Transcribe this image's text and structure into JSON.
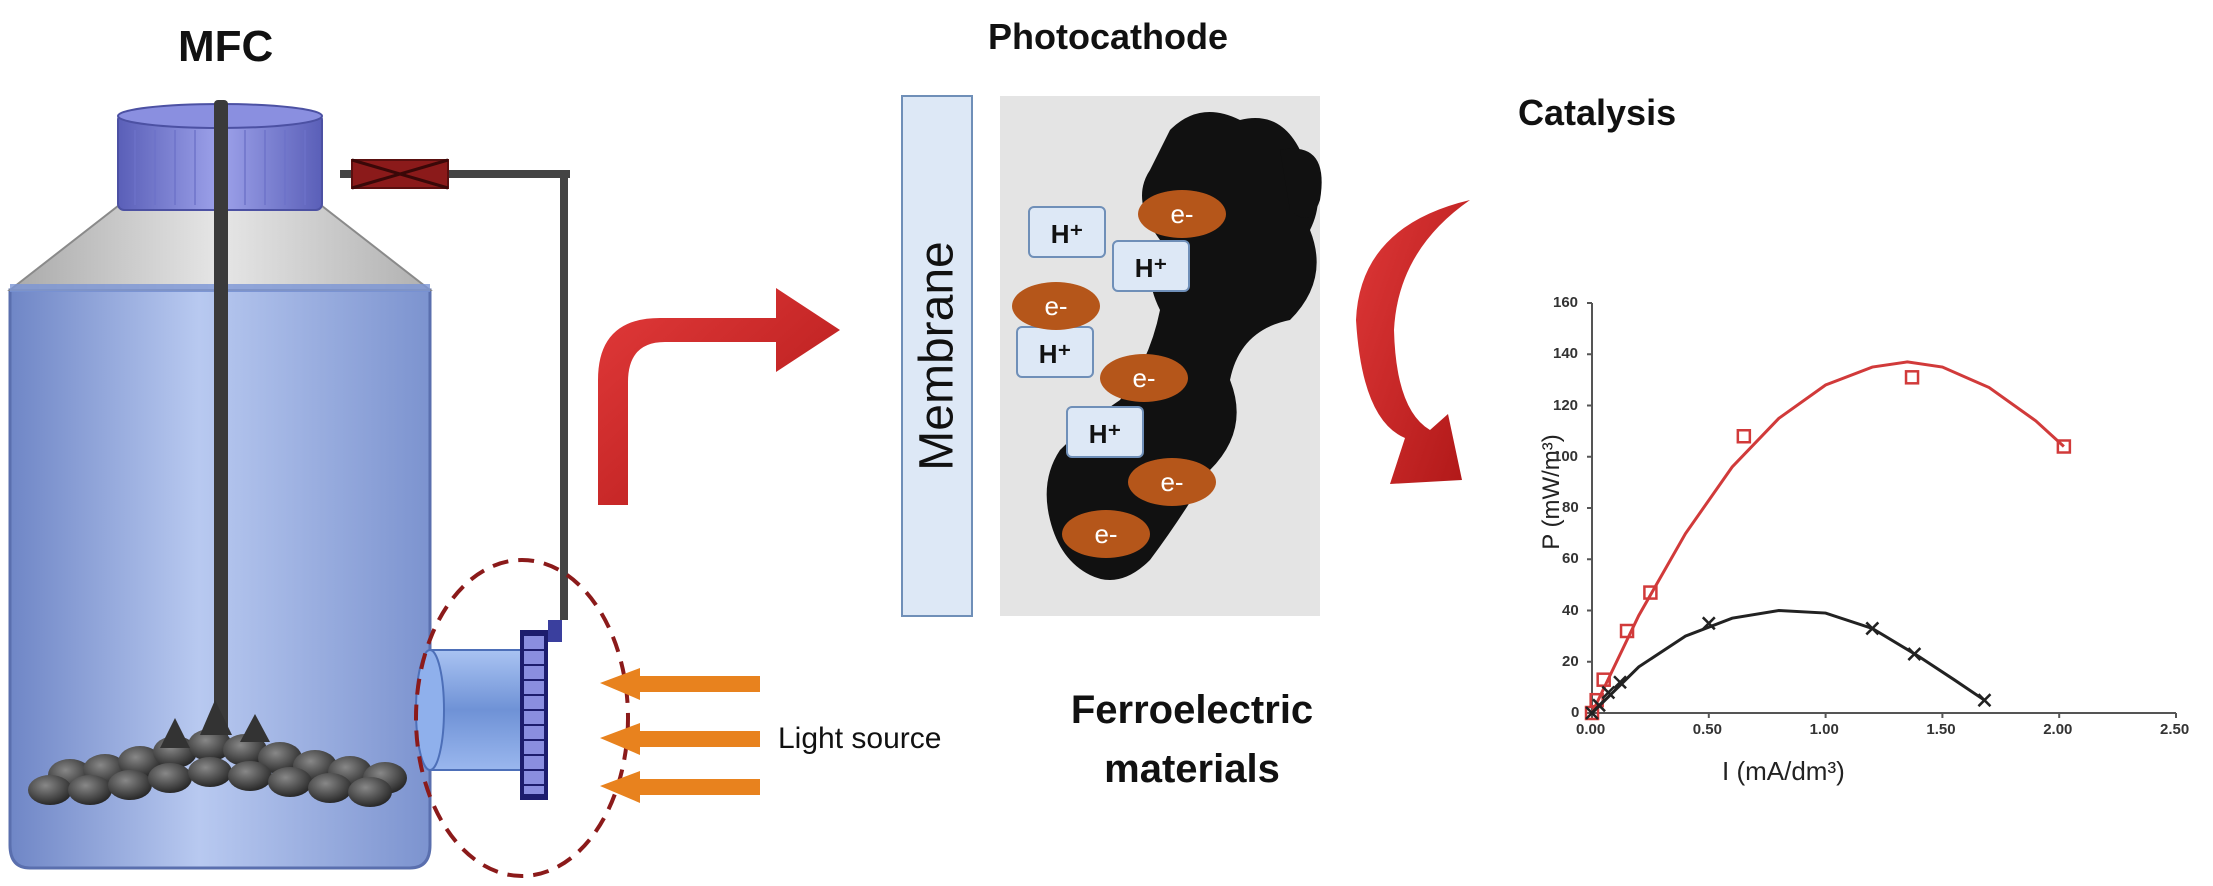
{
  "labels": {
    "mfc": "MFC",
    "photocathode": "Photocathode",
    "membrane": "Membrane",
    "catalysis": "Catalysis",
    "light_source": "Light source",
    "ferroelectric_line1": "Ferroelectric",
    "ferroelectric_line2": "materials"
  },
  "particles": {
    "h_plus": "H⁺",
    "electron": "e-"
  },
  "colors": {
    "arrow_red": "#cc1f1f",
    "light_arrow": "#e8821e",
    "electron_fill": "#b5561a",
    "membrane_fill": "#dde8f6",
    "bottle_blue": "#8fa8e0",
    "cap_purple": "#7a7fd6",
    "resistor": "#8b1a1a",
    "series_red": "#d13a3a",
    "series_black": "#222222"
  },
  "chart_data": {
    "type": "scatter",
    "xlabel": "I (mA/dm³)",
    "ylabel": "P (mW/m³)",
    "xlim": [
      0,
      2.5
    ],
    "ylim": [
      0,
      160
    ],
    "xticks": [
      "0.00",
      "0.50",
      "1.00",
      "1.50",
      "2.00",
      "2.50"
    ],
    "yticks": [
      "0",
      "20",
      "40",
      "60",
      "80",
      "100",
      "120",
      "140",
      "160"
    ],
    "series": [
      {
        "marker": "square",
        "color": "#d13a3a",
        "points": [
          [
            0.0,
            0
          ],
          [
            0.02,
            5
          ],
          [
            0.05,
            13
          ],
          [
            0.15,
            32
          ],
          [
            0.25,
            47
          ],
          [
            0.65,
            108
          ],
          [
            1.37,
            131
          ],
          [
            2.02,
            104
          ]
        ],
        "fit": [
          [
            0.0,
            0
          ],
          [
            0.2,
            38
          ],
          [
            0.4,
            70
          ],
          [
            0.6,
            96
          ],
          [
            0.8,
            115
          ],
          [
            1.0,
            128
          ],
          [
            1.2,
            135
          ],
          [
            1.35,
            137
          ],
          [
            1.5,
            135
          ],
          [
            1.7,
            127
          ],
          [
            1.9,
            114
          ],
          [
            2.02,
            104
          ]
        ]
      },
      {
        "marker": "x",
        "color": "#222222",
        "points": [
          [
            0.0,
            0
          ],
          [
            0.03,
            3
          ],
          [
            0.07,
            8
          ],
          [
            0.12,
            12
          ],
          [
            0.5,
            35
          ],
          [
            1.2,
            33
          ],
          [
            1.38,
            23
          ],
          [
            1.68,
            5
          ]
        ],
        "fit": [
          [
            0.0,
            0
          ],
          [
            0.2,
            18
          ],
          [
            0.4,
            30
          ],
          [
            0.6,
            37
          ],
          [
            0.8,
            40
          ],
          [
            1.0,
            39
          ],
          [
            1.2,
            33
          ],
          [
            1.4,
            22
          ],
          [
            1.55,
            13
          ],
          [
            1.68,
            5
          ]
        ]
      }
    ]
  }
}
